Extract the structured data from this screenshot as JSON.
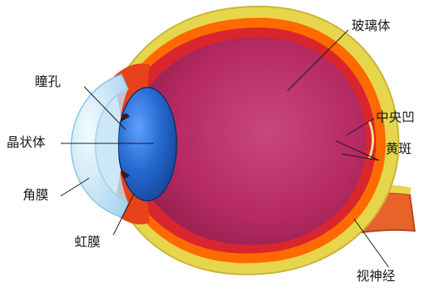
{
  "labels": {
    "pupil": "瞳孔",
    "lens": "晶状体",
    "cornea": "角膜",
    "iris": "虹膜",
    "vitreous": "玻璃体",
    "fovea": "中央凹",
    "macula": "黄斑",
    "optic_nerve": "视神经"
  },
  "colors": {
    "sclera": "#e6d64c",
    "choroid": "#ff6a00",
    "retina": "#d9262e",
    "vitreous": "#b52a62",
    "lens": "#1f5fbf",
    "cornea": "#cfe9f7",
    "optic_nerve": "#e8632a"
  }
}
